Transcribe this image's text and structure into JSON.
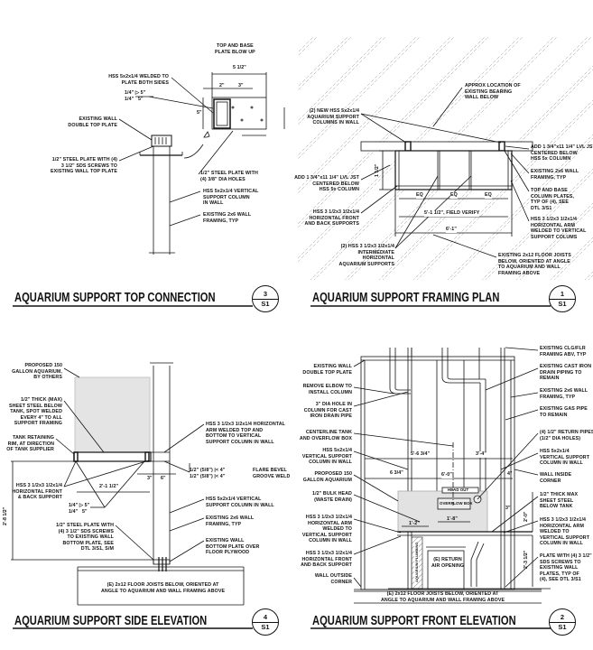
{
  "panels": {
    "top_connection": {
      "title": "AQUARIUM SUPPORT TOP CONNECTION",
      "detail_number": "3",
      "sheet": "S1",
      "labels": {
        "blowup_title": "TOP AND BASE\nPLATE BLOW UP",
        "dim_width": "5 1/2\"",
        "dim_2": "2\"",
        "dim_3": "3\"",
        "dim_5": "5\"",
        "hss_welded": "HSS 5x2x1/4 WELDED TO\nPLATE BOTH SIDES",
        "weld_symbol": "1/4\" ▷ 5\"\n1/4\"   5\"",
        "existing_top_plate": "EXISTING WALL\nDOUBLE TOP PLATE",
        "steel_plate_screws": "1/2\" STEEL PLATE WITH (4)\n3 1/2\" SDS SCREWS TO\nEXISTING WALL TOP PLATE",
        "steel_plate_holes": "1/2\" STEEL PLATE WITH\n(4) 3/8\" DIA HOLES",
        "hss_vertical": "HSS 5x2x1/4 VERTICAL\nSUPPORT COLUMN\nIN WALL",
        "existing_framing": "EXISTING 2x6 WALL\nFRAMING, TYP"
      }
    },
    "framing_plan": {
      "title": "AQUARIUM SUPPORT FRAMING PLAN",
      "detail_number": "1",
      "sheet": "S1",
      "labels": {
        "bearing_wall": "APPROX LOCATION OF\nEXISTING BEARING\nWALL BELOW",
        "new_columns": "(2) NEW HSS 5x2x1/4\nAQUARIUM SUPPORT\nCOLUMNS IN WALL",
        "lvl_right": "ADD 1 3/4\"x11 1/4\" LVL JST\nCENTERED BELOW\nHSS 5x COLUMN",
        "lvl_left": "ADD 1 3/4\"x11 1/4\" LVL JST\nCENTERED BELOW\nHSS 5x COLUMN",
        "existing_framing": "EXISTING 2x6 WALL\nFRAMING, TYP",
        "column_plates": "TOP AND BASE\nCOLUMN PLATES,\nTYP OF (4), SEE\nDTL 3/S1",
        "horizontal_arm": "HSS 3 1/2x3 1/2x1/4\nHORIZONTAL ARM\nWELDED TO VERTICAL\nSUPPORT COLUMS",
        "front_back": "HSS 3 1/2x3 1/2x1/4\nHORIZONTAL FRONT\nAND BACK SUPPORTS",
        "intermediate": "(2) HSS 3 1/2x3 1/2x1/4\nINTERMEDIATE\nHORIZONTAL\nAQUARIUM SUPPORTS",
        "floor_joists": "EXISTING 2x12 FLOOR JOISTS\nBELOW, ORIENTED AT ANGLE\nTO AQUARIUM AND WALL\nFRAMING ABOVE",
        "eq": "EQ",
        "dim_inner": "5'-1 1/2\", FIELD VERIFY",
        "dim_outer": "6'-1\"",
        "dim_depth": "1 1/2\""
      }
    },
    "side_elevation": {
      "title": "AQUARIUM SUPPORT SIDE ELEVATION",
      "detail_number": "4",
      "sheet": "S1",
      "labels": {
        "aquarium": "PROPOSED 150\nGALLON AQUARIUM,\nBY OTHERS",
        "sheet_steel": "1/2\" THICK (MAX)\nSHEET STEEL BELOW\nTANK, SPOT WELDED\nEVERY 4\" TO ALL\nSUPPORT FRAMING",
        "retaining_rim": "TANK RETAINING\nRIM, AT DIRECTION\nOF TANK SUPPLIER",
        "front_back": "HSS 3 1/2x3 1/2x1/4\nHORIZONTAL FRONT\n& BACK SUPPORT",
        "weld_symbol": "1/4\" ▷ 5\"\n1/4\"   5\"",
        "steel_plate": "1/2\" STEEL PLATE WITH\n(4) 3 1/2\" SDS SCREWS\nTO EXISTING WALL\nBOTTOM PLATE, SEE\nDTL 3/S1, S/M",
        "horizontal_arm": "HSS 3 1/2x3 1/2x1/4 HORIZONTAL\nARM WELDED TOP AND\nBOTTOM TO VERTICAL\nSUPPORT COLUMN IN WALL",
        "bevel_weld_dims": "1/2\" (5/8\") |< 4\"\n1/2\" (5/8\") |< 4\"",
        "bevel_weld": "FLARE BEVEL\nGROOVE WELD",
        "dim_3": "3\"",
        "dim_6": "6\"",
        "dim_depth": "2'-1 1/2\"",
        "dim_height": "2'-8 1/2\"",
        "hss_vertical": "HSS 5x2x1/4 VERTICAL\nSUPPORT COLUMN IN WALL",
        "existing_framing": "EXISTING 2x6 WALL\nFRAMING, TYP",
        "bottom_plate": "EXISTING WALL\nBOTTOM PLATE OVER\nFLOOR PLYWOOD",
        "floor_joists": "(E) 2x12 FLOOR JOISTS BELOW, ORIENTED AT\nANGLE TO AQUARIUM AND WALL FRAMING ABOVE"
      }
    },
    "front_elevation": {
      "title": "AQUARIUM SUPPORT FRONT ELEVATION",
      "detail_number": "2",
      "sheet": "S1",
      "labels": {
        "top_plate": "EXISTING WALL\nDOUBLE TOP PLATE",
        "remove_elbow": "REMOVE ELBOW TO\nINSTALL COLUMN",
        "dia_hole": "3\" DIA HOLE IN\nCOLUMN FOR CAST\nIRON DRAIN PIPE",
        "centerline": "CENTERLINE TANK\nAND OVERFLOW BOX",
        "hss_vertical_left": "HSS 5x2x1/4\nVERTICAL SUPPORT\nCOLUMN IN WALL",
        "aquarium": "PROPOSED 150\nGALLON AQUARIUM",
        "bulk_head": "1/2\" BULK HEAD\n(WASTE DRAIN)",
        "arm_left": "HSS 3 1/2x3 1/2x1/4\nHORIZONTAL ARM\nWELDED TO\nVERTICAL SUPPORT\nCOLUMN IN WALL",
        "front_back": "HSS 3 1/2x3 1/2x1/4\nHORIZONTAL FRONT\nAND BACK SUPPORT",
        "outside_corner": "WALL OUTSIDE\nCORNER",
        "clg_framing": "EXISTING CLG/FLR\nFRAMING ABV, TYP",
        "cast_iron": "EXISTING CAST IRON\nDRAIN PIPING TO\nREMAIN",
        "existing_framing": "EXISTING 2x6 WALL\nFRAMING, TYP",
        "gas_pipe": "EXISTING GAS PIPE\nTO REMAIN",
        "return_pipes": "(4) 1/2\" RETURN PIPES\n(1/2\" DIA HOLES)",
        "hss_vertical_right": "HSS 5x2x1/4\nVERTICAL SUPPORT\nCOLUMN IN WALL",
        "inside_corner": "WALL INSIDE\nCORNER",
        "sheet_steel": "1/2\" THICK MAX\nSHEET STEEL\nBELOW TANK",
        "arm_right": "HSS 3 1/2x3 1/2x1/4\nHORIZONTAL ARM\nWELDED TO\nVERTICAL SUPPORT\nCOLUMN IN WALL",
        "plate_screws": "PLATE WITH (4) 3 1/2\"\nSDS SCREWS TO\nEXISTING WALL\nPLATES, TYP OF\n(4), SEE DTL 3/S1",
        "floor_joists": "(E) 2x12 FLOOR JOISTS BELOW, ORIENTED AT\nANGLE TO AQUARIUM AND WALL FRAMING ABOVE",
        "dim_left": "5'-6 3/4\"",
        "dim_right": "3'-4\"",
        "dim_width": "6'-0\"",
        "head_out": "HEAD OUT",
        "overflow_box": "OVERFLOW BOX",
        "dim_overflow": "1'-8\"",
        "dim_bulk": "1'-2\"",
        "dim_6_3_4": "6 3/4\"",
        "dim_4": "4\"",
        "dim_3": "3\"",
        "dim_tank_h": "2'-0\"",
        "dim_stand_h": "2'-3 1/2\"",
        "return_air": "(E) RETURN\nAIR OPENING",
        "plumbing": "AQUARIUM PLUMBING"
      }
    }
  }
}
